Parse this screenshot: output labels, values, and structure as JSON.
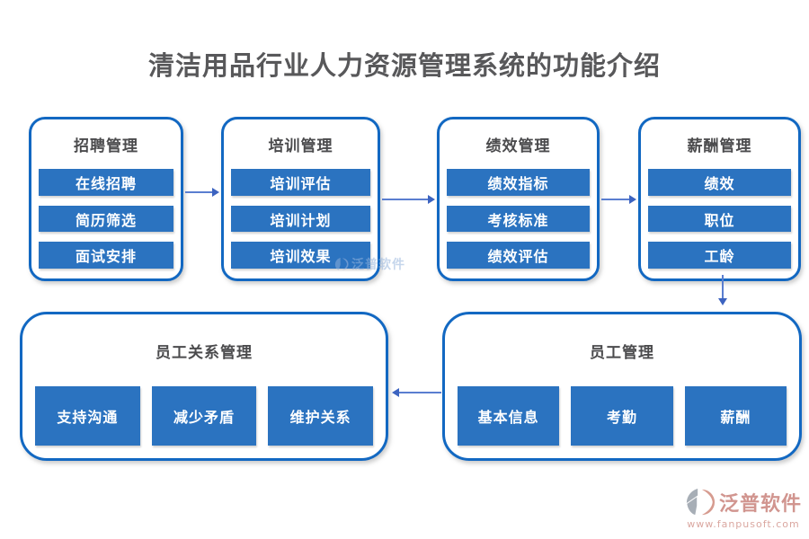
{
  "title": "清洁用品行业人力资源管理系统的功能介绍",
  "top_boxes": [
    {
      "header": "招聘管理",
      "items": [
        "在线招聘",
        "简历筛选",
        "面试安排"
      ]
    },
    {
      "header": "培训管理",
      "items": [
        "培训评估",
        "培训计划",
        "培训效果"
      ]
    },
    {
      "header": "绩效管理",
      "items": [
        "绩效指标",
        "考核标准",
        "绩效评估"
      ]
    },
    {
      "header": "薪酬管理",
      "items": [
        "绩效",
        "职位",
        "工龄"
      ]
    }
  ],
  "bottom_boxes": [
    {
      "header": "员工关系管理",
      "items": [
        "支持沟通",
        "减少矛盾",
        "维护关系"
      ]
    },
    {
      "header": "员工管理",
      "items": [
        "基本信息",
        "考勤",
        "薪酬"
      ]
    }
  ],
  "watermarks": {
    "inline": {
      "text": "泛普软件"
    },
    "footer": {
      "brand": "泛普软件",
      "url": "www.fanpusoft.com"
    }
  },
  "colors": {
    "box_border_blue": "#1268c2",
    "bar_blue": "#2b73c0",
    "arrow_blue": "#5a7ed0",
    "title_gray": "#58585a",
    "brand_red": "#c9837c",
    "logo_gray": "#98a0aa",
    "logo_salmon": "#d08a7c"
  }
}
